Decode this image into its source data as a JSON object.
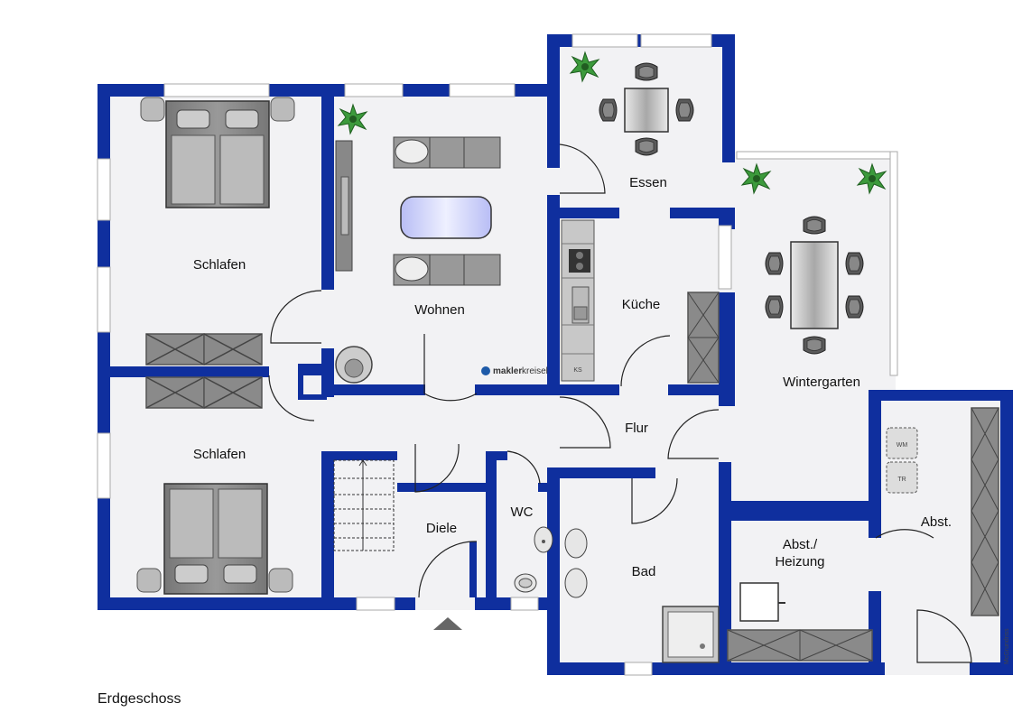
{
  "plan": {
    "caption": "Erdgeschoss",
    "rooms": {
      "schlafen_top": "Schlafen",
      "schlafen_bottom": "Schlafen",
      "wohnen": "Wohnen",
      "essen": "Essen",
      "kueche": "Küche",
      "wintergarten": "Wintergarten",
      "flur": "Flur",
      "diele": "Diele",
      "wc": "WC",
      "bad": "Bad",
      "abst_heizung_1": "Abst./",
      "abst_heizung_2": "Heizung",
      "abst": "Abst."
    },
    "appliances": {
      "ks": "KS",
      "wm": "WM",
      "tr": "TR"
    },
    "brand": {
      "makler_bold": "makler",
      "makler_light": "kreisel",
      "credit": "McGrundriss"
    },
    "colors": {
      "wall": "#0f2f9e",
      "floor": "#f2f2f4",
      "window": "#ffffff",
      "furniture": "#8d8d8d",
      "furniture_light": "#c8c8c8",
      "table_glass": "#c9cdfa",
      "plant": "#2f8a2f"
    }
  }
}
